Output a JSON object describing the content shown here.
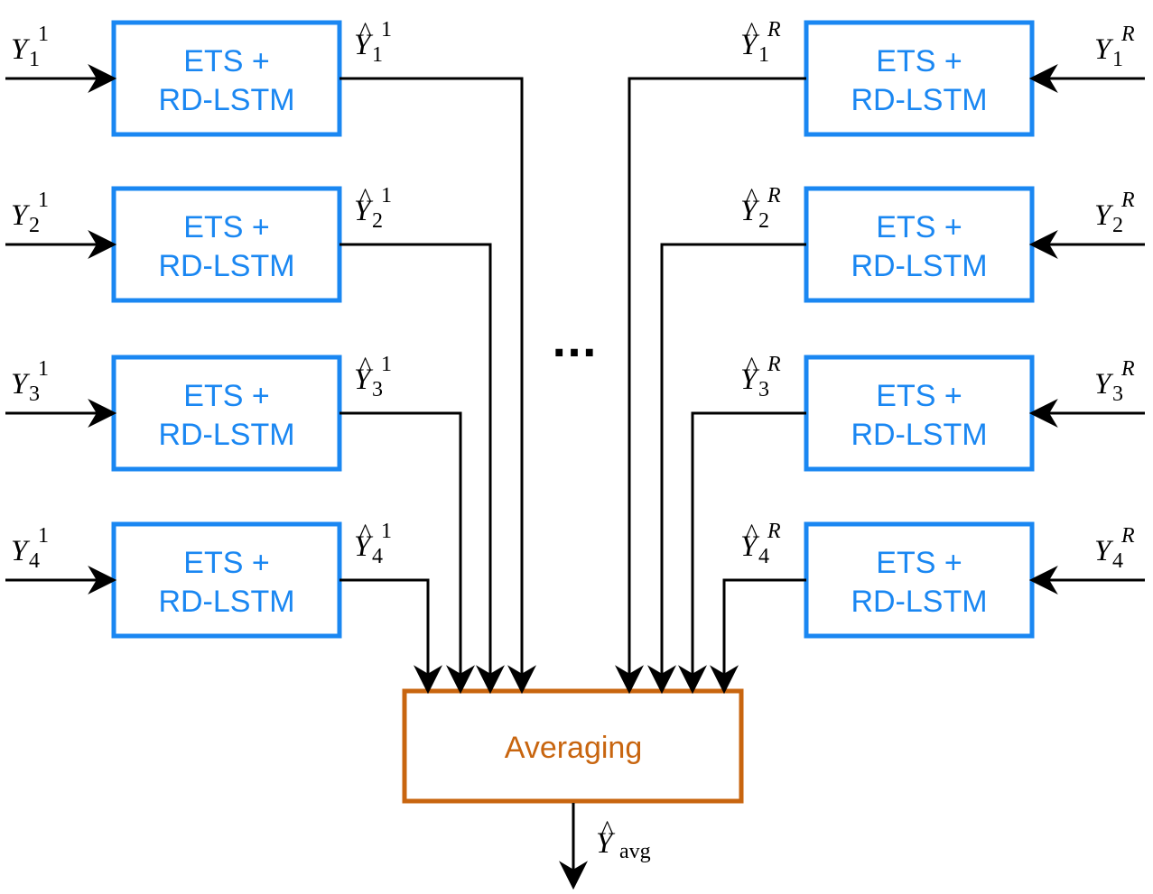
{
  "colors": {
    "model_box": "#1a87f2",
    "averaging_box": "#c8650f",
    "line": "#000000"
  },
  "model_label_line1": "ETS +",
  "model_label_line2": "RD-LSTM",
  "ellipsis": "...",
  "averaging_label": "Averaging",
  "output_symbol": "Y",
  "output_subscript": "avg",
  "input_symbol": "Y",
  "left_group": {
    "superscript": "1",
    "rows": [
      {
        "index": "1"
      },
      {
        "index": "2"
      },
      {
        "index": "3"
      },
      {
        "index": "4"
      }
    ]
  },
  "right_group": {
    "superscript": "R",
    "rows": [
      {
        "index": "1"
      },
      {
        "index": "2"
      },
      {
        "index": "3"
      },
      {
        "index": "4"
      }
    ]
  }
}
